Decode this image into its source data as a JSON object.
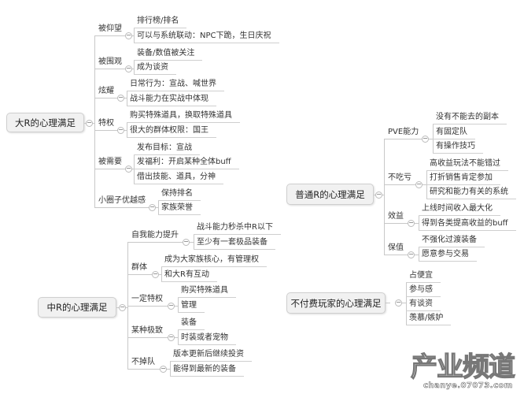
{
  "trees": [
    {
      "root": "大R的心理满足",
      "branches": [
        {
          "label": "被仰望",
          "children": [
            "排行榜/排名",
            "可以与系统联动：NPC下跪，生日庆祝"
          ]
        },
        {
          "label": "被围观",
          "children": [
            "装备/数值被关注",
            "成为谈资"
          ]
        },
        {
          "label": "炫耀",
          "children": [
            "日常行为：宣战、喊世界",
            "战斗能力在实战中体现"
          ]
        },
        {
          "label": "特权",
          "children": [
            "购买特殊道具，换取特殊道具",
            "很大的群体权限：国王"
          ]
        },
        {
          "label": "被需要",
          "children": [
            "发布目标：宣战",
            "发福利：开启某种全体buff",
            "借出技能、道具，分神"
          ]
        },
        {
          "label": "小圈子优越感",
          "children": [
            "保持排名",
            "家族荣誉"
          ]
        }
      ]
    },
    {
      "root": "中R的心理满足",
      "branches": [
        {
          "label": "自我能力提升",
          "children": [
            "战斗能力秒杀中R以下",
            "至少有一套极品装备"
          ]
        },
        {
          "label": "群体",
          "children": [
            "成为大家族核心，有管理权",
            "和大R有互动"
          ]
        },
        {
          "label": "一定特权",
          "children": [
            "购买特殊道具",
            "管理"
          ]
        },
        {
          "label": "某种极致",
          "children": [
            "装备",
            "时装或者宠物"
          ]
        },
        {
          "label": "不掉队",
          "children": [
            "版本更新后继续投资",
            "能得到最新的装备"
          ]
        }
      ]
    },
    {
      "root": "普通R的心理满足",
      "branches": [
        {
          "label": "PVE能力",
          "children": [
            "没有不能去的副本",
            "有固定队",
            "有操作技巧"
          ]
        },
        {
          "label": "不吃亏",
          "children": [
            "高收益玩法不能错过",
            "打折销售肯定参加",
            "研究和能力有关的系统"
          ]
        },
        {
          "label": "效益",
          "children": [
            "上线时间收入最大化",
            "得到各类提高收益的buff"
          ]
        },
        {
          "label": "保值",
          "children": [
            "不强化过渡装备",
            "愿意参与交易"
          ]
        }
      ]
    },
    {
      "root": "不付费玩家的心理满足",
      "leaves": [
        "占便宜",
        "参与感",
        "有谈资",
        "羡慕/嫉妒"
      ]
    }
  ],
  "watermark": {
    "title": "产业频道",
    "site": "chanye.07073.com"
  },
  "colors": {
    "line": "#c8c8c8",
    "root_bg": "#f1f1f1",
    "text": "#333333"
  }
}
